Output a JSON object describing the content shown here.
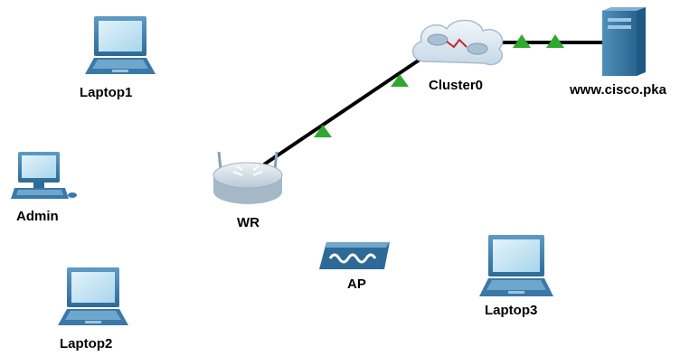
{
  "devices": {
    "laptop1": {
      "label": "Laptop1",
      "icon": "laptop-icon"
    },
    "admin": {
      "label": "Admin",
      "icon": "pc-icon"
    },
    "laptop2": {
      "label": "Laptop2",
      "icon": "laptop-icon"
    },
    "wr": {
      "label": "WR",
      "icon": "wireless-router-icon"
    },
    "ap": {
      "label": "AP",
      "icon": "access-point-icon"
    },
    "laptop3": {
      "label": "Laptop3",
      "icon": "laptop-icon"
    },
    "cluster0": {
      "label": "Cluster0",
      "icon": "cloud-cluster-icon"
    },
    "server": {
      "label": "www.cisco.pka",
      "icon": "server-icon"
    }
  },
  "links": [
    {
      "from": "wr",
      "to": "cluster0",
      "status": "up"
    },
    {
      "from": "cluster0",
      "to": "server",
      "status": "up"
    }
  ],
  "colors": {
    "link": "#000000",
    "link_up_indicator": "#2fa82f",
    "device_blue": "#3a78a8",
    "screen": "#c9e6f5"
  }
}
